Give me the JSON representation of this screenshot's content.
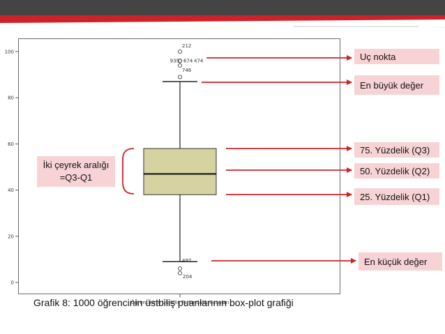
{
  "caption": "Grafik 8: 1000 öğrencinin üstbiliş puanlarının box-plot grafiği",
  "iqr_label": {
    "line1": "İki çeyrek aralığı",
    "line2": "=Q3-Q1"
  },
  "callouts": {
    "extreme": "Uç nokta",
    "max": "En büyük değer",
    "q3": "75. Yüzdelik (Q3)",
    "median": "50. Yüzdelik (Q2)",
    "q1": "25. Yüzdelik (Q1)",
    "min": "En küçük değer"
  },
  "colors": {
    "box_fill": "#d6d3a0",
    "callout_bg": "#f7d3d5",
    "arrow": "#d0202a",
    "header_dark": "#444444",
    "header_red": "#cc2229"
  },
  "chart_data": {
    "type": "box",
    "xlabel": "Öğrencilerin Üstbiliş Farkındalık Puanları",
    "ylim": [
      0,
      100
    ],
    "yticks": [
      0,
      20,
      40,
      60,
      80,
      100
    ],
    "box": {
      "min": 9,
      "q1": 38,
      "median": 47,
      "q3": 58,
      "max": 87
    },
    "outliers_high": [
      {
        "value": 100,
        "label": "212"
      },
      {
        "value": 96,
        "label": "939"
      },
      {
        "value": 96,
        "label": "674"
      },
      {
        "value": 96,
        "label": "474"
      },
      {
        "value": 94,
        "label": "746"
      },
      {
        "value": 89,
        "label": ""
      }
    ],
    "outliers_low": [
      {
        "value": 9,
        "label": "497"
      },
      {
        "value": 6,
        "label": ""
      },
      {
        "value": 4,
        "label": "204"
      }
    ]
  }
}
